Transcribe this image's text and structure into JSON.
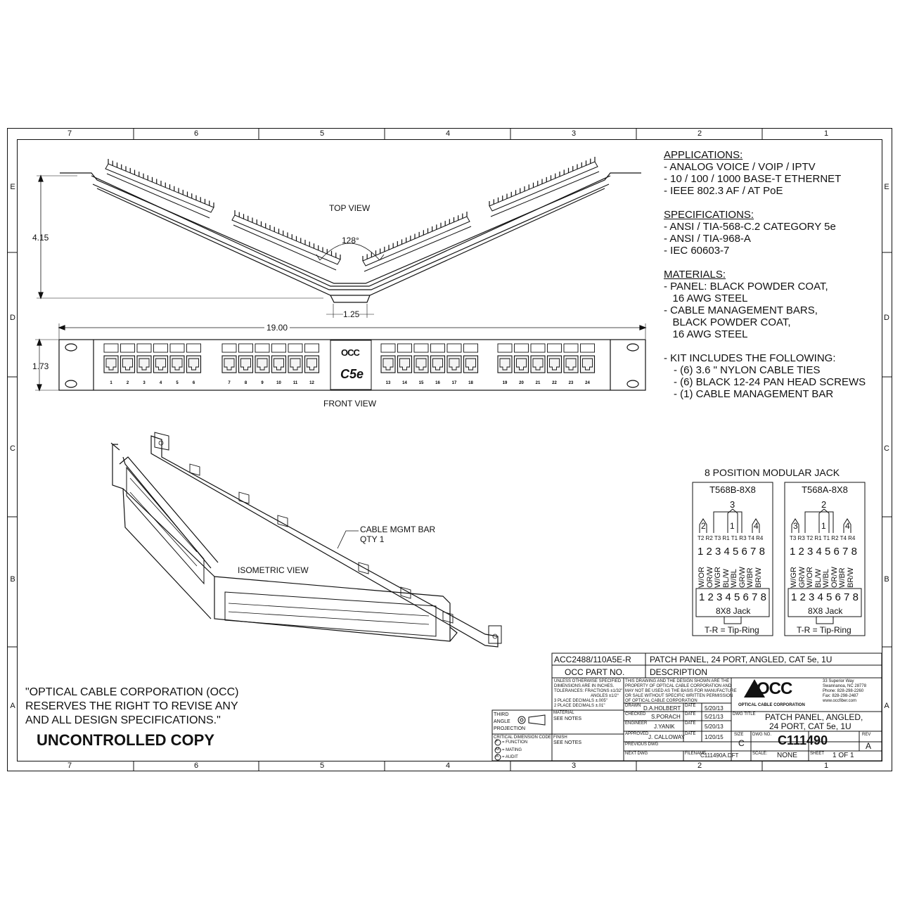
{
  "border": {
    "columns": [
      "7",
      "6",
      "5",
      "4",
      "3",
      "2",
      "1"
    ],
    "rows": [
      "E",
      "D",
      "C",
      "B",
      "A"
    ]
  },
  "views": {
    "top": {
      "label": "TOP VIEW",
      "angle": "128°",
      "height_dim": "4.15",
      "gap_dim": "1.25"
    },
    "front": {
      "label": "FRONT VIEW",
      "width_dim": "19.00",
      "height_dim": "1.73",
      "brand": "OCC",
      "cat": "C5e",
      "ports": [
        "1",
        "2",
        "3",
        "4",
        "5",
        "6",
        "7",
        "8",
        "9",
        "10",
        "11",
        "12",
        "13",
        "14",
        "15",
        "16",
        "17",
        "18",
        "19",
        "20",
        "21",
        "22",
        "23",
        "24"
      ]
    },
    "iso": {
      "label": "ISOMETRIC VIEW",
      "bar_label_1": "CABLE MGMT BAR",
      "bar_label_2": "QTY 1"
    }
  },
  "notes": {
    "applications_title": "APPLICATIONS:",
    "applications": [
      "- ANALOG VOICE / VOIP / IPTV",
      "- 10 / 100 / 1000 BASE-T ETHERNET",
      "- IEEE 802.3 AF / AT PoE"
    ],
    "specifications_title": "SPECIFICATIONS:",
    "specifications": [
      "- ANSI / TIA-568-C.2 CATEGORY 5e",
      "- ANSI / TIA-968-A",
      "- IEC 60603-7"
    ],
    "materials_title": "MATERIALS:",
    "materials": [
      "- PANEL: BLACK POWDER COAT,",
      "   16 AWG STEEL",
      "- CABLE MANAGEMENT BARS,",
      "   BLACK POWDER COAT,",
      "   16 AWG STEEL"
    ],
    "kit_title": "- KIT INCLUDES THE FOLLOWING:",
    "kit": [
      "- (6) 3.6 \" NYLON CABLE TIES",
      "- (6) BLACK 12-24 PAN HEAD SCREWS",
      "- (1) CABLE MANAGEMENT BAR"
    ]
  },
  "jack": {
    "title": "8 POSITION MODULAR JACK",
    "t568b": {
      "name": "T568B-8X8",
      "pairs": [
        "2",
        "1",
        "3",
        "4"
      ],
      "tr": "T2 R2 T3 R1 T1 R3 T4 R4",
      "pins": "1 2 3 4 5 6 7 8",
      "colors": [
        "W/OR",
        "OR/W",
        "W/GR",
        "BL/W",
        "W/BL",
        "GR/W",
        "W/BR",
        "BR/W"
      ]
    },
    "t568a": {
      "name": "T568A-8X8",
      "pairs": [
        "3",
        "2",
        "1",
        "4"
      ],
      "tr": "T3 R3 T2 R1 T1 R2 T4 R4",
      "pins": "1 2 3 4 5 6 7 8",
      "colors": [
        "W/GR",
        "GR/W",
        "W/OR",
        "BL/W",
        "W/BL",
        "OR/W",
        "W/BR",
        "BR/W"
      ]
    },
    "jack_label": "8X8 Jack",
    "tip_ring": "T-R = Tip-Ring",
    "top_pair_b": "3",
    "top_pair_a": "2"
  },
  "disclaimer": {
    "line1": "\"OPTICAL CABLE CORPORATION (OCC)",
    "line2": "RESERVES THE RIGHT TO REVISE ANY",
    "line3": "AND ALL DESIGN SPECIFICATIONS.\"",
    "stamp": "UNCONTROLLED COPY"
  },
  "titleblock": {
    "part_no": "ACC2488/110A5E-R",
    "description": "PATCH PANEL, 24 PORT, ANGLED, CAT 5e, 1U",
    "part_hdr": "OCC PART NO.",
    "desc_hdr": "DESCRIPTION",
    "tol": [
      "UNLESS OTHERWISE SPECIFIED",
      "DIMENSIONS ARE IN INCHES.",
      "TOLERANCES: FRACTIONS ±1/32\"",
      "ANGLES ±1/2°",
      "3 PLACE DECIMALS ±.005\"",
      "2 PLACE DECIMALS ±.01\""
    ],
    "prop": [
      "THIS DRAWING AND THE DESIGN SHOWN ARE THE",
      "PROPERTY OF OPTICAL CABLE CORPORATION AND",
      "MAY NOT BE USED AS THE BASIS FOR MANUFACTURE",
      "OR SALE WITHOUT SPECIFIC WRITTEN PERMISSION",
      "OF OPTICAL CABLE CORPORATION"
    ],
    "company_logo": "OCC",
    "company_name": "OPTICAL CABLE CORPORATION",
    "address": [
      "33 Superior Way",
      "Swannanoa, NC 28778",
      "Phone: 828-298-2260",
      "Fax: 828-298-2487",
      "www.occfiber.com"
    ],
    "third_angle": [
      "THIRD",
      "ANGLE",
      "PROJECTION"
    ],
    "material_hdr": "MATERIAL",
    "material_val": "SEE NOTES",
    "finish_hdr": "FINISH",
    "finish_val": "SEE NOTES",
    "crit_hdr": "CRITICAL DIMENSION CODE",
    "crit": [
      "= FUNCTION",
      "= MATING",
      "= AUDIT"
    ],
    "crit_letters": [
      "F",
      "M",
      "A"
    ],
    "drawn_lbl": "DRAWN",
    "drawn": "D.A.HOLBERT",
    "drawn_date": "5/20/13",
    "checked_lbl": "CHECKED",
    "checked": "S.PORACH",
    "checked_date": "5/21/13",
    "engineer_lbl": "ENGINEER",
    "engineer": "J.YANIK",
    "engineer_date": "5/20/13",
    "approved_lbl": "APPROVED",
    "approved": "J. CALLOWAY",
    "approved_date": "1/20/15",
    "date_lbl": "DATE",
    "prev_dwg": "PREVIOUS DWG",
    "next_dwg": "NEXT DWG",
    "filename_lbl": "FILENAME",
    "filename": "C111490A.DFT",
    "dwg_title_lbl": "DWG TITLE",
    "dwg_title_1": "PATCH PANEL, ANGLED,",
    "dwg_title_2": "24 PORT, CAT 5e, 1U",
    "size_lbl": "SIZE",
    "size": "C",
    "dwg_no_lbl": "DWG NO.",
    "dwg_no": "C111490",
    "rev_lbl": "REV",
    "rev": "A",
    "scale_lbl": "SCALE:",
    "scale": "NONE",
    "sheet_lbl": "SHEET",
    "sheet": "1 OF 1"
  }
}
